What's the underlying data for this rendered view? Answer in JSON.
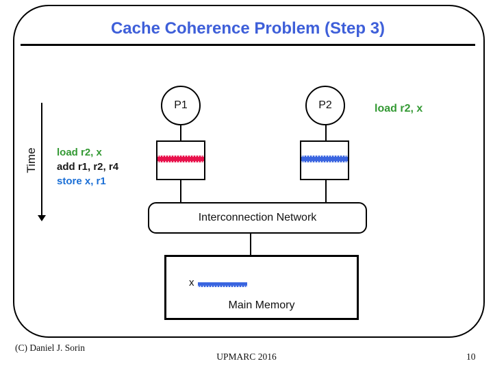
{
  "slide": {
    "title": "Cache Coherence Problem (Step 3)",
    "title_color": "#3e5fd9"
  },
  "diagram": {
    "time_label": "Time",
    "p1": {
      "label": "P1",
      "cache_line_color": "#e8114b"
    },
    "p2": {
      "label": "P2",
      "cache_line_color": "#3a65e0"
    },
    "p1_instructions": [
      {
        "text": "load r2, x",
        "color": "#339933"
      },
      {
        "text": "add r1, r2, r4",
        "color": "#1a1a1a"
      },
      {
        "text": "store x, r1",
        "color": "#1b6fd6"
      }
    ],
    "p2_instruction": {
      "text": "load r2, x",
      "color": "#339933"
    },
    "interconnect_label": "Interconnection Network",
    "memory": {
      "label": "Main Memory",
      "variable_label": "x",
      "line_color": "#3a65e0"
    }
  },
  "footer": {
    "copyright": "(C) Daniel J. Sorin",
    "center": "UPMARC 2016",
    "page_number": "10"
  }
}
